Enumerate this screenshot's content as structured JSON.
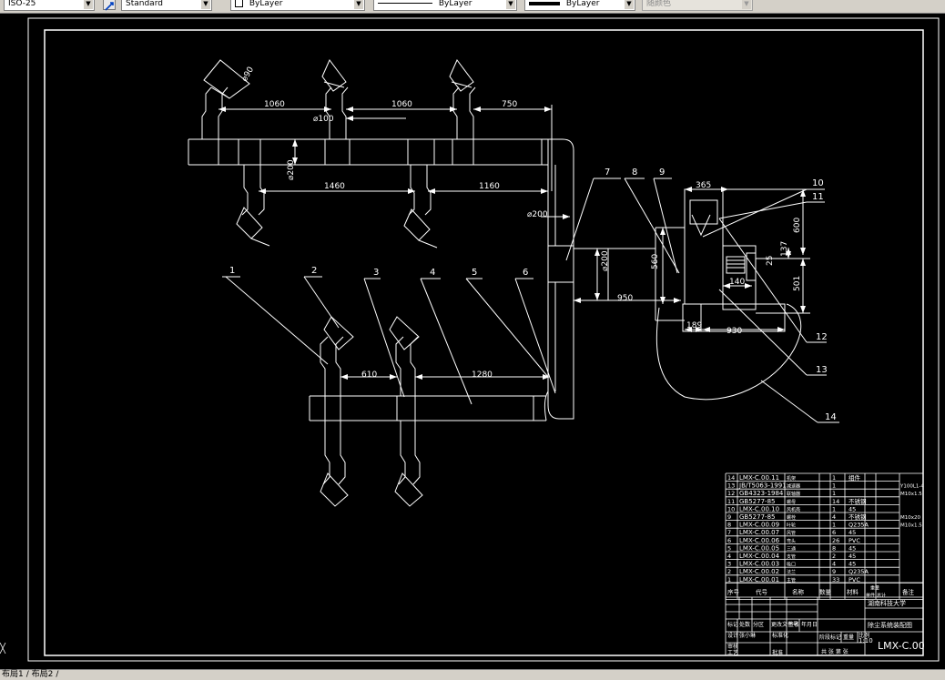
{
  "toolbar": {
    "dimstyle": "ISO-25",
    "textstyle": "Standard",
    "layer": "ByLayer",
    "linetype": "ByLayer",
    "lineweight": "ByLayer",
    "plotstyle": "随颜色"
  },
  "drawing": {
    "dims": {
      "d1060a": "1060",
      "d1060b": "1060",
      "d750": "750",
      "d100": "⌀100",
      "d200a": "⌀200",
      "d1460": "1460",
      "d1160": "1160",
      "d200b": "⌀200",
      "d200c": "⌀200",
      "d560": "560",
      "d950": "950",
      "d610": "610",
      "d1280": "1280",
      "d365": "365",
      "d600": "600",
      "d137": "137",
      "d501": "501",
      "d140": "140",
      "d189": "189",
      "d930": "930",
      "d90": "⌀90",
      "d25": "25"
    },
    "balloons": {
      "b1": "1",
      "b2": "2",
      "b3": "3",
      "b4": "4",
      "b5": "5",
      "b6": "6",
      "b7": "7",
      "b8": "8",
      "b9": "9",
      "b10": "10",
      "b11": "11",
      "b12": "12",
      "b13": "13",
      "b14": "14"
    }
  },
  "bom": {
    "rows": [
      {
        "no": "14",
        "code": "LMX-C.00.11",
        "name": "机架",
        "qty": "1",
        "mat": "组件",
        "note": ""
      },
      {
        "no": "13",
        "code": "JB/T5063-1991",
        "name": "减速器",
        "qty": "1",
        "mat": "",
        "note": "Y100L1-4"
      },
      {
        "no": "12",
        "code": "GB4323-1984",
        "name": "联轴器",
        "qty": "1",
        "mat": "",
        "note": "M10x1.5"
      },
      {
        "no": "11",
        "code": "GB5277-85",
        "name": "螺母",
        "qty": "14",
        "mat": "不锈钢",
        "note": ""
      },
      {
        "no": "10",
        "code": "LMX-C.00.10",
        "name": "风机壳",
        "qty": "1",
        "mat": "45",
        "note": ""
      },
      {
        "no": "9",
        "code": "GB5277-85",
        "name": "螺栓",
        "qty": "4",
        "mat": "不锈钢",
        "note": "M10x20"
      },
      {
        "no": "8",
        "code": "LMX-C.00.09",
        "name": "叶轮",
        "qty": "1",
        "mat": "Q235A",
        "note": "M10x1.5"
      },
      {
        "no": "7",
        "code": "LMX-C.00.07",
        "name": "风管",
        "qty": "6",
        "mat": "45",
        "note": ""
      },
      {
        "no": "6",
        "code": "LMX-C.00.06",
        "name": "弯头",
        "qty": "26",
        "mat": "PVC",
        "note": ""
      },
      {
        "no": "5",
        "code": "LMX-C.00.05",
        "name": "三通",
        "qty": "8",
        "mat": "45",
        "note": ""
      },
      {
        "no": "4",
        "code": "LMX-C.00.04",
        "name": "支管",
        "qty": "2",
        "mat": "45",
        "note": ""
      },
      {
        "no": "3",
        "code": "LMX-C.00.03",
        "name": "吸口",
        "qty": "4",
        "mat": "45",
        "note": ""
      },
      {
        "no": "2",
        "code": "LMX-C.00.02",
        "name": "法兰",
        "qty": "9",
        "mat": "Q235A",
        "note": ""
      },
      {
        "no": "1",
        "code": "LMX-C.00.01",
        "name": "主管",
        "qty": "33",
        "mat": "PVC",
        "note": ""
      }
    ],
    "header": {
      "no": "序号",
      "code": "代号",
      "name": "名称",
      "qty": "数量",
      "mat": "材料",
      "unit_weight": "单件",
      "total_weight": "总计",
      "weight": "重量",
      "note": "备注"
    }
  },
  "titleblock": {
    "school": "湖南科技大学",
    "drawing_title": "除尘系统装配图",
    "drawing_no": "LMX-C.00",
    "scale": "1:10",
    "r1": [
      "标记",
      "处数",
      "分区",
      "更改文件号",
      "签名",
      "年月日"
    ],
    "r2": [
      "设计",
      "张小琳",
      "标准化"
    ],
    "r3": [
      "审核"
    ],
    "r4": [
      "工艺",
      "批准"
    ],
    "stage": "阶段标记",
    "weight": "重量",
    "ratio": "比例",
    "sheets": "共 张 第 张"
  },
  "statusbar": {
    "tabs": [
      "布局1",
      "布局2"
    ]
  }
}
